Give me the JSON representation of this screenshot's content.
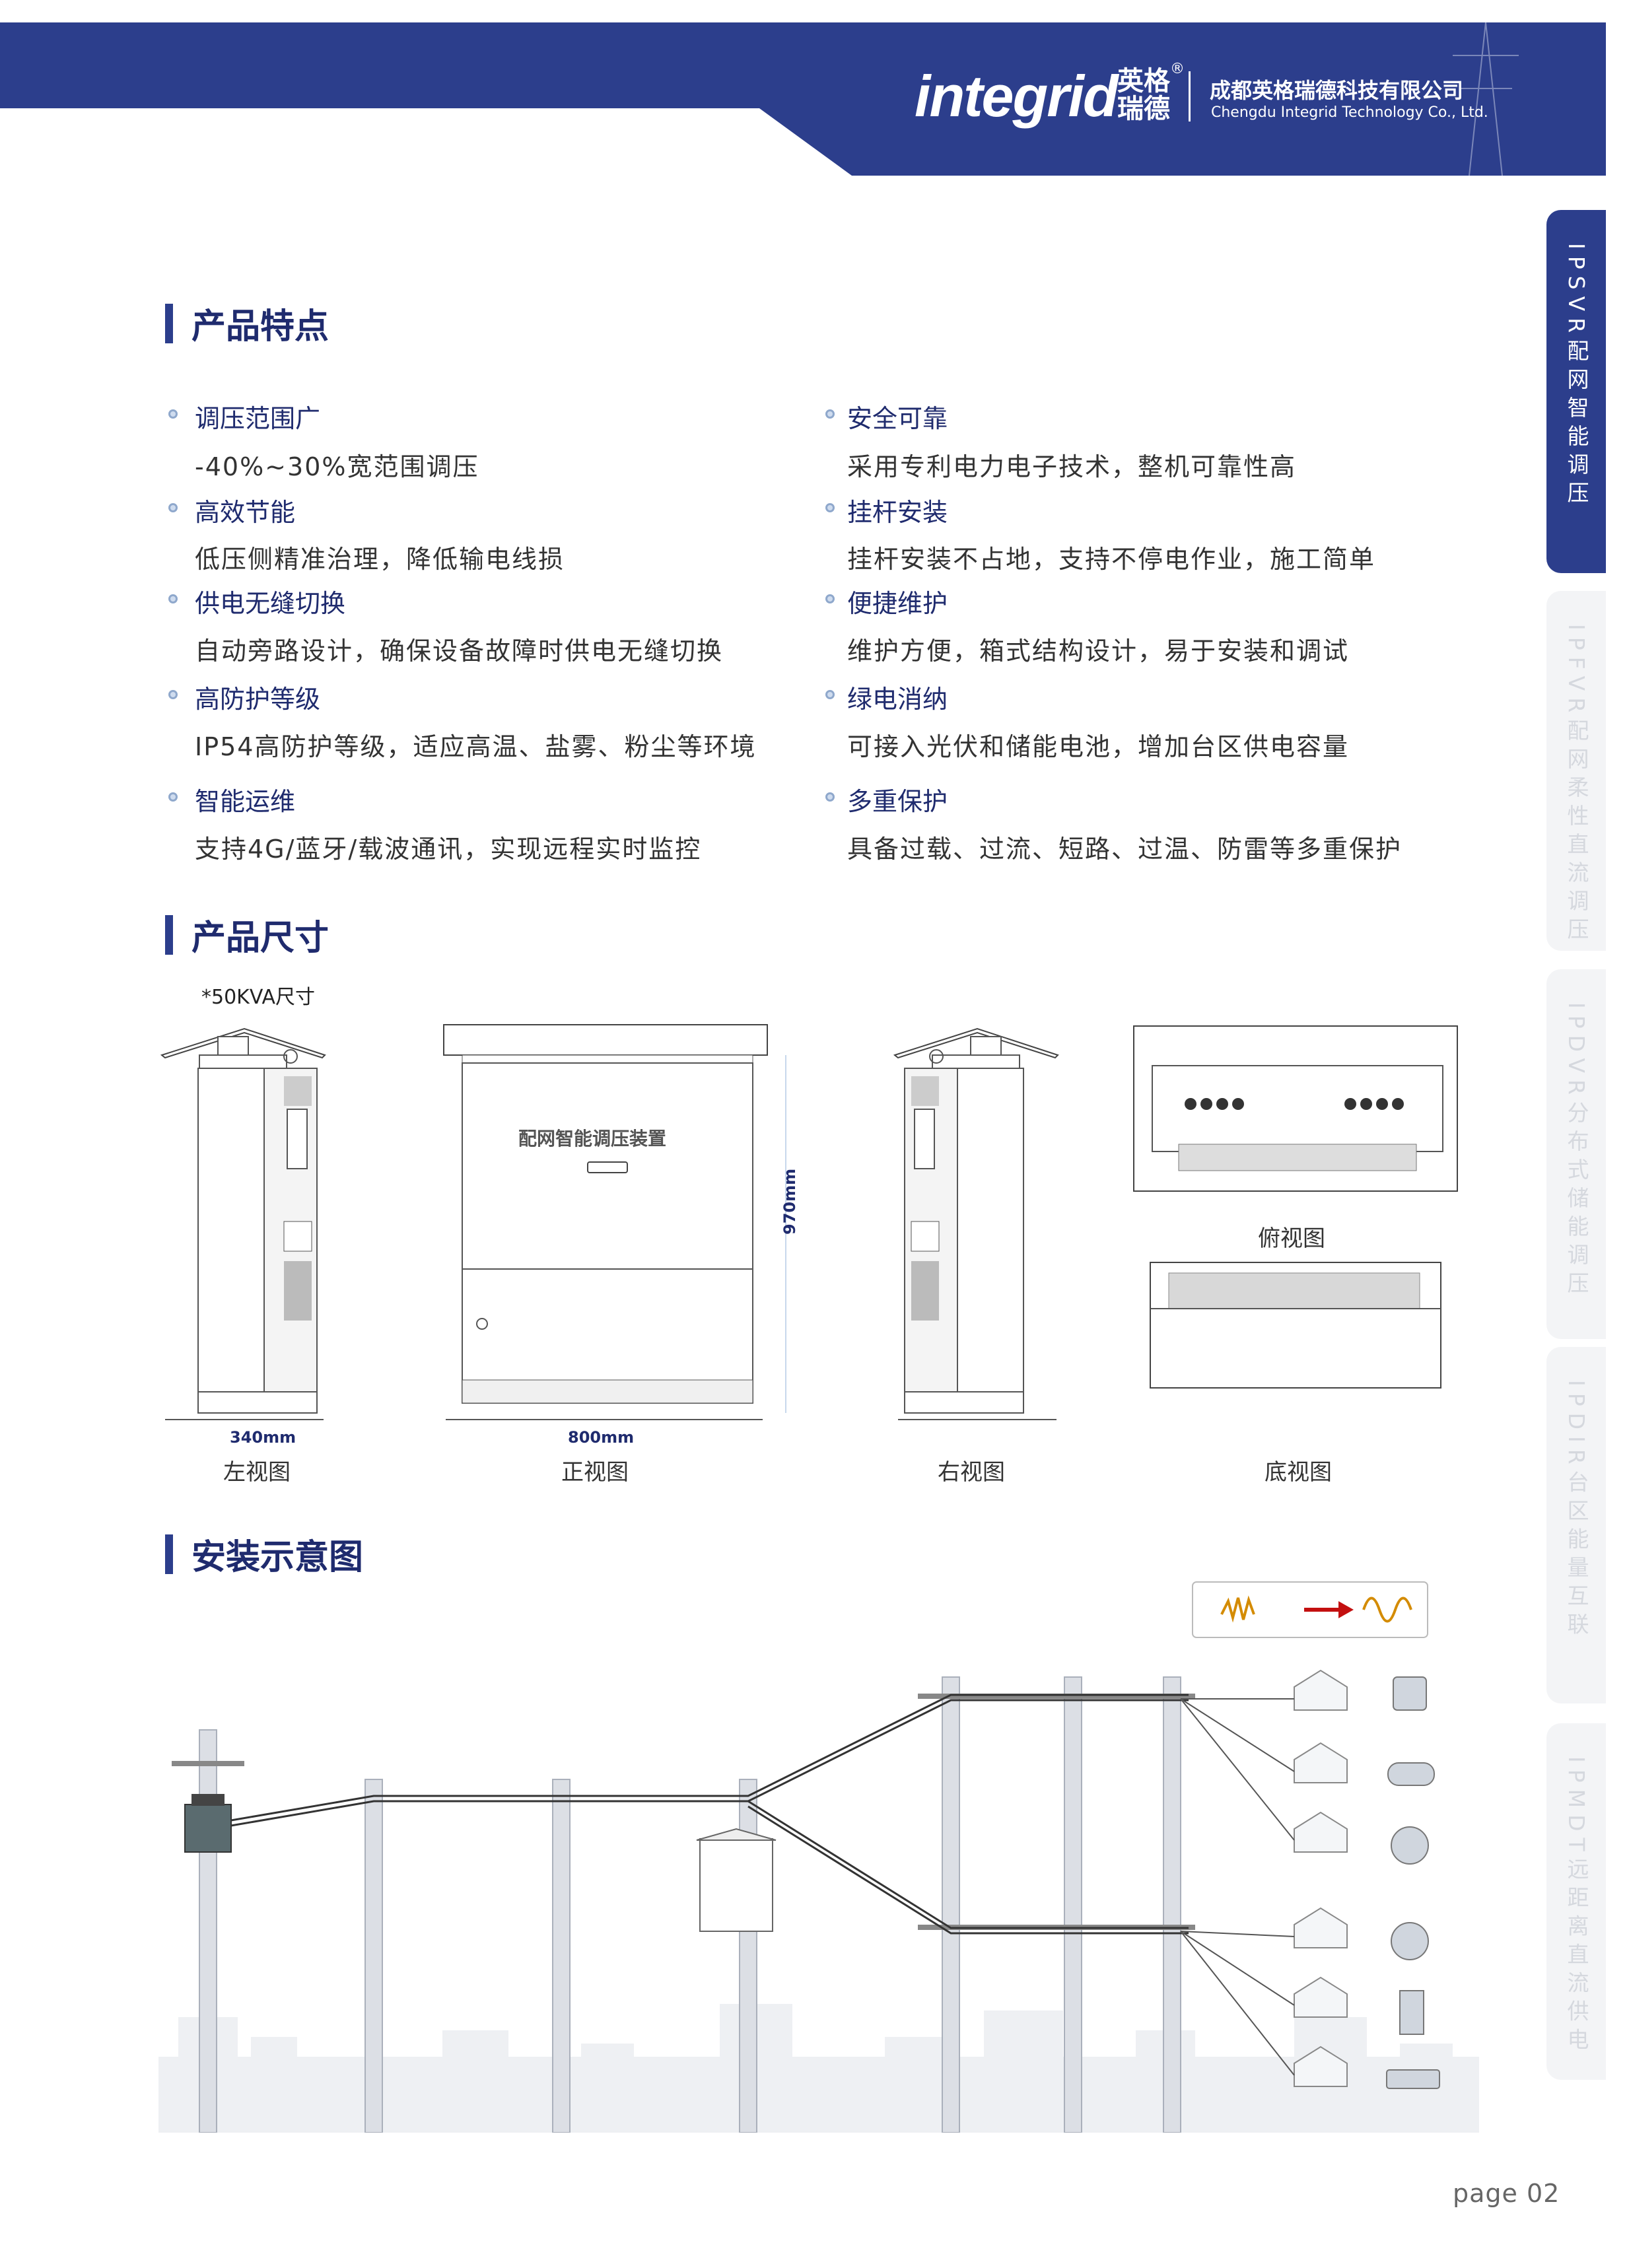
{
  "header": {
    "logo_text": "integrid",
    "logo_cn": "英格瑞德",
    "reg_mark": "®",
    "company_cn": "成都英格瑞德科技有限公司",
    "company_en": "Chengdu Integrid Technology Co., Ltd.",
    "brand_color": "#2c3e8c"
  },
  "side_tabs": [
    {
      "label": "IPSVR配网智能调压",
      "active": true
    },
    {
      "label": "IPFVR配网柔性直流调压",
      "active": false
    },
    {
      "label": "IPDVR分布式储能调压",
      "active": false
    },
    {
      "label": "IPDIR台区能量互联",
      "active": false
    },
    {
      "label": "IPMDT远距离直流供电",
      "active": false
    }
  ],
  "sections": {
    "features": "产品特点",
    "dimensions": "产品尺寸",
    "install": "安装示意图"
  },
  "features": {
    "left": [
      {
        "title": "调压范围广",
        "desc": "-40%~30%宽范围调压"
      },
      {
        "title": "高效节能",
        "desc": "低压侧精准治理，降低输电线损"
      },
      {
        "title": "供电无缝切换",
        "desc": "自动旁路设计，确保设备故障时供电无缝切换"
      },
      {
        "title": "高防护等级",
        "desc": "IP54高防护等级，适应高温、盐雾、粉尘等环境"
      },
      {
        "title": "智能运维",
        "desc": "支持4G/蓝牙/载波通讯，实现远程实时监控"
      }
    ],
    "right": [
      {
        "title": "安全可靠",
        "desc": "采用专利电力电子技术，整机可靠性高"
      },
      {
        "title": "挂杆安装",
        "desc": "挂杆安装不占地，支持不停电作业，施工简单"
      },
      {
        "title": "便捷维护",
        "desc": "维护方便，箱式结构设计，易于安装和调试"
      },
      {
        "title": "绿电消纳",
        "desc": "可接入光伏和储能电池，增加台区供电容量"
      },
      {
        "title": "多重保护",
        "desc": "具备过载、过流、短路、过温、防雷等多重保护"
      }
    ]
  },
  "dimensions": {
    "note": "*50KVA尺寸",
    "panel_text": "配网智能调压装置",
    "height_label": "970mm",
    "depth_label": "340mm",
    "width_label": "800mm",
    "views": {
      "left": "左视图",
      "front": "正视图",
      "right": "右视图",
      "top": "俯视图",
      "bottom": "底视图"
    }
  },
  "page": {
    "label": "page 02"
  }
}
